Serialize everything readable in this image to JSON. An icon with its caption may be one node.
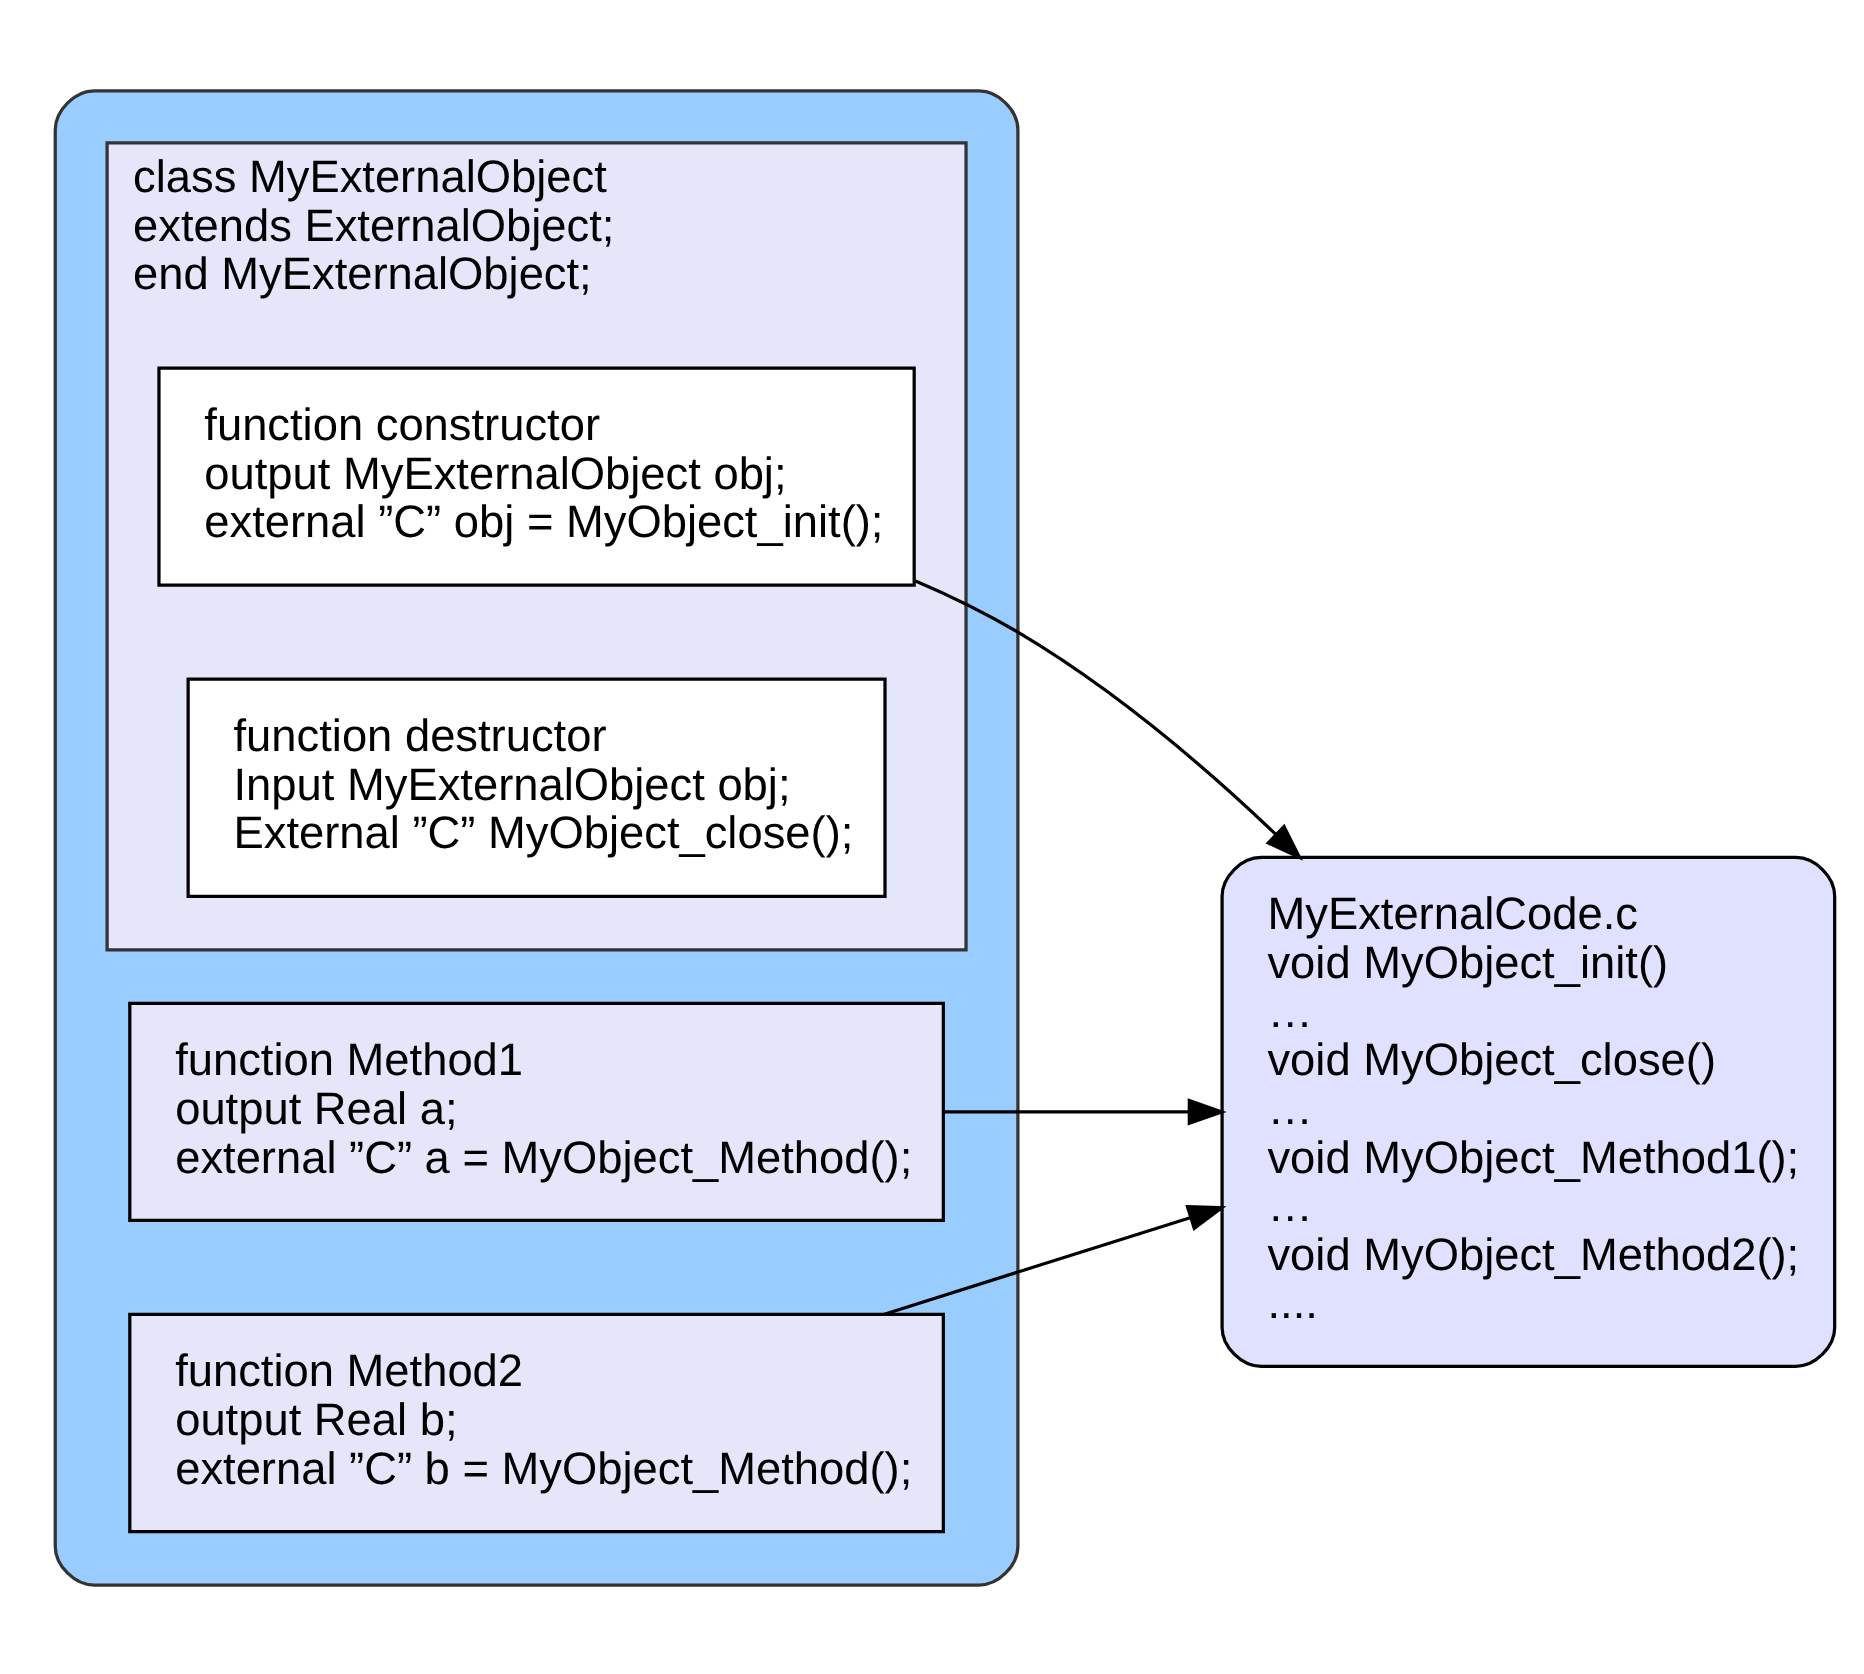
{
  "diagram": {
    "nodes": [
      {
        "text": [],
        "shape": "box"
      },
      {
        "text": [
          "class MyExternalObject",
          "extends ExternalObject;",
          "end MyExternalObject;"
        ],
        "in": 0
      },
      {
        "text": [
          "function constructor",
          "output MyExternalObject obj;",
          "external ”C” obj = MyObject_init();"
        ],
        "in": 1
      },
      {
        "text": [
          "function destructor",
          "Input MyExternalObject obj;",
          "External ”C” MyObject_close();"
        ],
        "in": 1
      },
      {
        "text": [
          "function Method1",
          "output Real a;",
          "external ”C” a = MyObject_Method();"
        ],
        "in": 0
      },
      {
        "text": [
          "function Method2",
          "output Real b;",
          "external ”C” b = MyObject_Method();"
        ],
        "in": 0
      },
      {
        "text": [
          "MyExternalCode.c",
          "void MyObject_init()",
          "…",
          "void MyObject_close()",
          "…",
          "void MyObject_Method1();",
          "…",
          "void MyObject_Method2();",
          "...."
        ]
      }
    ],
    "edges": [
      {
        "from": 2,
        "to": 6,
        "arrow": "to"
      },
      {
        "from": 4,
        "to": 6,
        "arrow": "to"
      },
      {
        "from": 5,
        "to": 6,
        "arrow": "to"
      }
    ]
  }
}
